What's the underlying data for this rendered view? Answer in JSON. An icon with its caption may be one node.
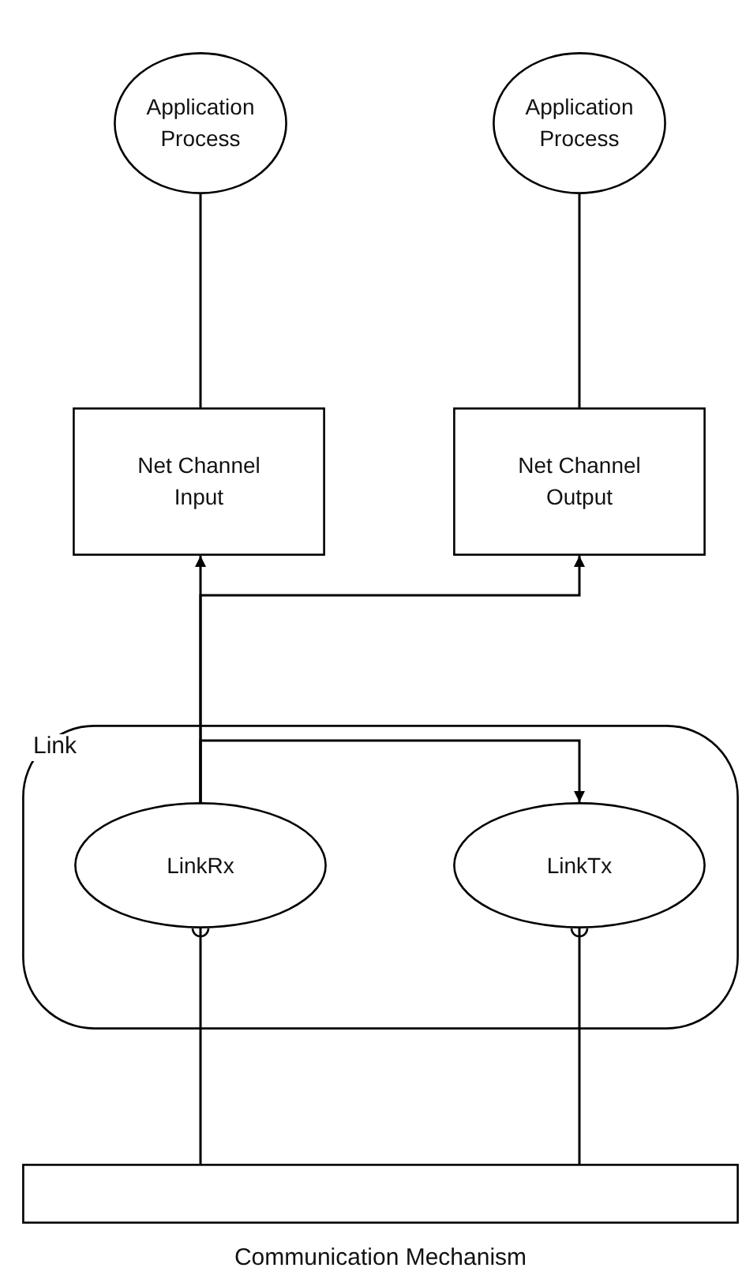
{
  "diagram": {
    "nodes": [
      {
        "text": [
          "Application Process"
        ]
      },
      {
        "text": [
          "Application Process"
        ]
      },
      {
        "text": [
          "Net Channel Input"
        ]
      },
      {
        "text": [
          "Net Channel Output"
        ]
      },
      {
        "text": [
          "Link"
        ]
      },
      {
        "text": [
          "LinkRx"
        ],
        "in": 4
      },
      {
        "text": [
          "LinkTx"
        ],
        "in": 4
      },
      {
        "text": [
          "Communication Mechanism"
        ]
      }
    ],
    "edges": [
      {
        "from": 0,
        "to": 2,
        "arrow": "none"
      },
      {
        "from": 1,
        "to": 3,
        "arrow": "none"
      },
      {
        "from": 5,
        "to": 2,
        "arrow": "to"
      },
      {
        "from": 5,
        "to": 3,
        "arrow": "to"
      },
      {
        "from": 5,
        "to": 6,
        "arrow": "to"
      },
      {
        "from": 5,
        "to": 7,
        "arrow": "other"
      },
      {
        "from": 6,
        "to": 7,
        "arrow": "other"
      }
    ]
  }
}
